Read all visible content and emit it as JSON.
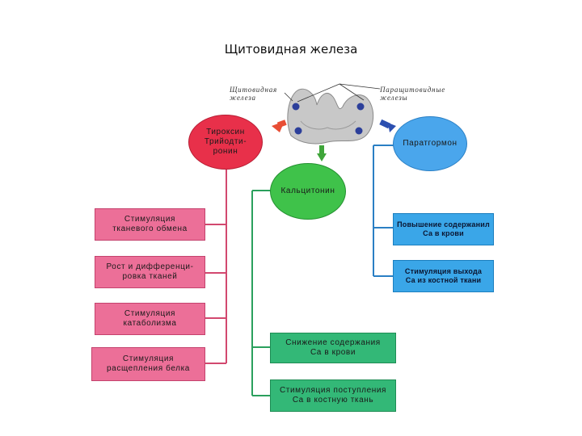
{
  "title": "Щитовидная железа",
  "labels": {
    "thyroid": "Щитовидная\nжелеза",
    "parathyroid": "Паращитовидные\nжелезы"
  },
  "nodes": {
    "thyroxine": "Тироксин\nТрийодти-\nронин",
    "calcitonin": "Кальцитонин",
    "parathormone": "Паратгормон"
  },
  "left_boxes": [
    "Стимуляция\nтканевого обмена",
    "Рост и дифференци-\nровка тканей",
    "Стимуляция\nкатаболизма",
    "Стимуляция\nрасщепления белка"
  ],
  "middle_boxes": [
    "Снижение содержания\nCa в крови",
    "Стимуляция поступления\nCa в костную ткань"
  ],
  "right_boxes": [
    "Повышение содержанил\nСа в крови",
    "Стимуляция выхода\nСа из костной ткани"
  ],
  "colors": {
    "pink_box": "#ec6f98",
    "green_box": "#33b877",
    "blue_box": "#3aa6e8",
    "red_circle": "#e8304a",
    "green_circle": "#3fc24a",
    "blue_circle": "#4aa6ec",
    "pink_line": "#d2486f",
    "green_line": "#2aa05d",
    "blue_line": "#2a7fc4"
  }
}
